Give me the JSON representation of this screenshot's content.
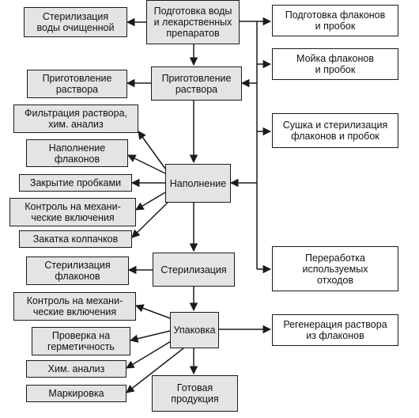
{
  "colors": {
    "box_fill": "#e4e4e4",
    "side_box_fill": "#ffffff",
    "line": "#1a1a1a",
    "text": "#111111"
  },
  "main": {
    "prep_water": "Подготовка воды\nи лекарственных\nпрепаратов",
    "prep_solution": "Приготовление\nраствора",
    "filling": "Наполнение",
    "sterilization": "Стерилизация",
    "packing": "Упаковка",
    "finished": "Готовая\nпродукция"
  },
  "left": {
    "steril_water": "Стерилизация\nводы очищенной",
    "prep_solution": "Приготовление\nраствора",
    "filtration": "Фильтрация раствора,\nхим. анализ",
    "fill_vials": "Наполнение\nфлаконов",
    "stoppering": "Закрытие пробками",
    "control_1": "Контроль на механи-\nческие включения",
    "capping": "Закатка колпачков",
    "steril_vials": "Стерилизация\nфлаконов",
    "control_2": "Контроль на механи-\nческие включения",
    "seal_check": "Проверка на\nгерметичность",
    "chem_analysis": "Хим. анализ",
    "labeling": "Маркировка"
  },
  "right": {
    "prep_vials": "Подготовка флаконов\nи пробок",
    "wash_vials": "Мойка флаконов\nи пробок",
    "dry_vials": "Сушка и стерилизация\nфлаконов и пробок",
    "waste": "Переработка\nиспользуемых\nотходов",
    "regeneration": "Регенерация раствора\nиз флаконов"
  }
}
